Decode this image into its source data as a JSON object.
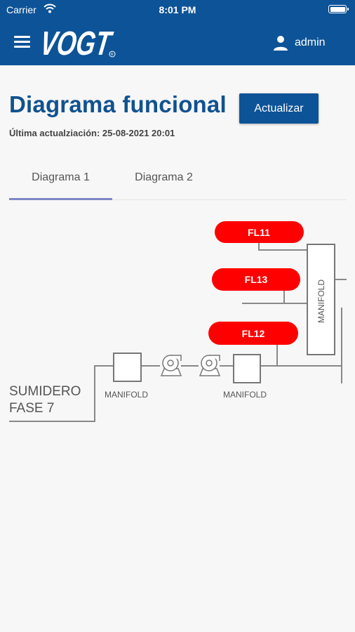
{
  "status_bar": {
    "carrier": "Carrier",
    "time": "8:01 PM"
  },
  "header": {
    "logo_text": "VOGT",
    "user": "admin"
  },
  "page": {
    "title": "Diagrama funcional",
    "refresh_label": "Actualizar",
    "last_update": "Última actualziación: 25-08-2021 20:01"
  },
  "tabs": [
    {
      "label": "Diagrama 1",
      "active": true
    },
    {
      "label": "Diagrama 2",
      "active": false
    }
  ],
  "diagram": {
    "nodes": {
      "fl11": "FL11",
      "fl13": "FL13",
      "fl12": "FL12",
      "manifold_vertical": "MANIFOLD",
      "manifold_1": "MANIFOLD",
      "manifold_2": "MANIFOLD",
      "source_line1": "SUMIDERO",
      "source_line2": "FASE 7"
    },
    "colors": {
      "alarm": "#ff0000",
      "line": "#777777"
    }
  }
}
